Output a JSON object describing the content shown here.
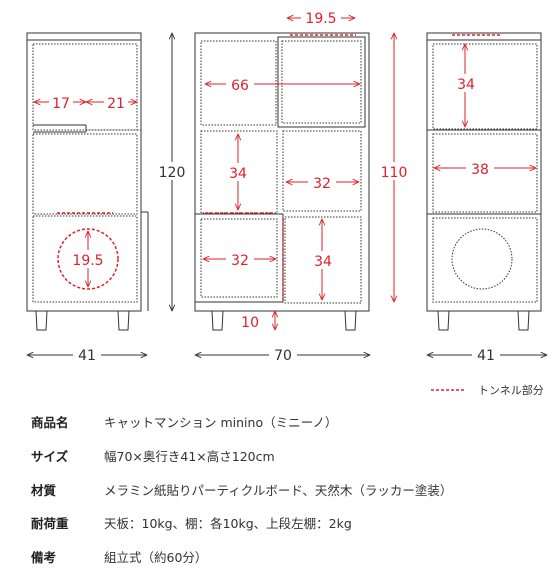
{
  "dims": {
    "side_depth": "41",
    "side_top_left": "17",
    "side_top_right": "21",
    "side_tunnel": "19.5",
    "front_top": "19.5",
    "front_cell_a": "66",
    "front_cell_b": "34",
    "front_cell_c": "32",
    "front_cell_d": "32",
    "front_cell_e": "34",
    "front_leg": "10",
    "front_height": "120",
    "front_inner_height": "110",
    "front_width": "70",
    "back_cell_a": "34",
    "back_cell_b": "38",
    "back_depth": "41"
  },
  "legend": {
    "label": "トンネル部分",
    "color": "#e0202a"
  },
  "colors": {
    "accent": "#e0202a",
    "line": "#333333"
  },
  "specs": [
    {
      "label": "商品名",
      "value": "キャットマンション minino（ミニーノ）"
    },
    {
      "label": "サイズ",
      "value": "幅70×奥行き41×高さ120cm"
    },
    {
      "label": "材質",
      "value": "メラミン紙貼りパーティクルボード、天然木（ラッカー塗装）"
    },
    {
      "label": "耐荷重",
      "value": "天板：10kg、棚：各10kg、上段左棚：2kg"
    },
    {
      "label": "備考",
      "value": "組立式（約60分）"
    }
  ]
}
